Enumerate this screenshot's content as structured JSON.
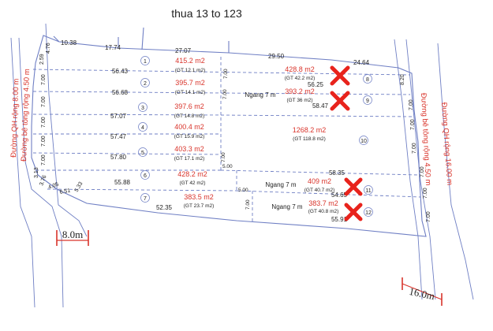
{
  "title": "thua 13 to 123",
  "colors": {
    "line": "#6f7fc4",
    "dash": "#6f7fc4",
    "area": "#d9342b",
    "text": "#222222",
    "cross": "#e8231c",
    "road_label": "#d9342b"
  },
  "top_edge_lengths": [
    "10.38",
    "17.74",
    "27.07",
    "29.50",
    "24.64"
  ],
  "left_edge_lengths": [
    "4.76",
    "2.59",
    "7.00",
    "7.00",
    "7.00",
    "7.00",
    "7.00",
    "3.13",
    "3.76",
    "4.05",
    "6.51",
    "5.33"
  ],
  "right_edge_lengths": [
    "8.20",
    "7.00",
    "7.00",
    "7.00",
    "7.00",
    "7.00",
    "7.00"
  ],
  "inner_lengths": [
    "7.00",
    "7.00",
    "7.00",
    "5.00",
    "5.00",
    "7.00"
  ],
  "lots": [
    {
      "no": "1",
      "area": "415.2 m2",
      "gt": "(GT 12.1 m2)",
      "width": "56.43",
      "marked": false
    },
    {
      "no": "2",
      "area": "395.7 m2",
      "gt": "(GT 14.1 m2)",
      "width": "56.68",
      "marked": false
    },
    {
      "no": "3",
      "area": "397.6 m2",
      "gt": "(GT 14.8 m2)",
      "width": "57.07",
      "marked": false
    },
    {
      "no": "4",
      "area": "400.4 m2",
      "gt": "(GT 15.9 m2)",
      "width": "57.47",
      "marked": false
    },
    {
      "no": "5",
      "area": "403.3 m2",
      "gt": "(GT 17.1 m2)",
      "width": "57.80",
      "marked": false
    },
    {
      "no": "6",
      "area": "428.2 m2",
      "gt": "(GT 42 m2)",
      "width": "55.88",
      "marked": false
    },
    {
      "no": "7",
      "area": "383.5 m2",
      "gt": "(GT 23.7 m2)",
      "width": "52.35",
      "marked": false
    },
    {
      "no": "8",
      "area": "428.8 m2",
      "gt": "(GT 42.2 m2)",
      "width": "56.25",
      "marked": true
    },
    {
      "no": "9",
      "area": "393.2 m2",
      "gt": "(GT 36 m2)",
      "width": "58.47",
      "frontage": "Ngang 7 m",
      "marked": true
    },
    {
      "no": "10",
      "area": "1268.2 m2",
      "gt": "(GT 118.8 m2)",
      "width": "",
      "marked": false
    },
    {
      "no": "11",
      "area": "409 m2",
      "gt": "(GT 40.7 m2)",
      "width": "54.65",
      "frontage": "Ngang 7 m",
      "top_width": "58.35",
      "marked": true
    },
    {
      "no": "12",
      "area": "383.7 m2",
      "gt": "(GT 40.8 m2)",
      "width": "55.91",
      "frontage": "Ngang 7 m",
      "marked": true
    }
  ],
  "left_road": {
    "line1": "Đường QH rộng 8.00 m",
    "line2": "Đường bê tông rộng 4.50 m",
    "badge": "8.0m"
  },
  "right_road": {
    "line1": "Đường QH rộng 16.00 m",
    "line2": "Đường bê tông rộng 4.50 m",
    "badge": "16.0m"
  }
}
